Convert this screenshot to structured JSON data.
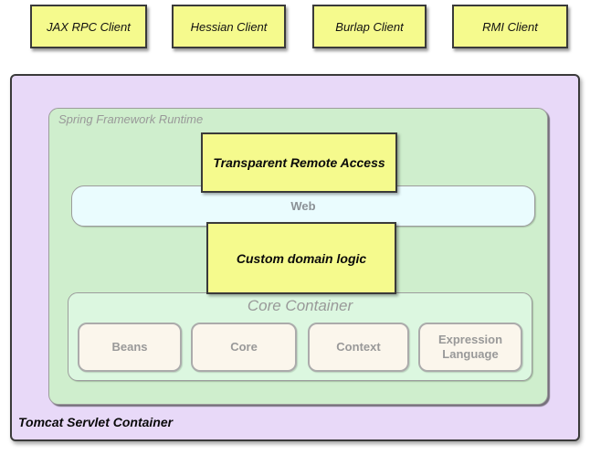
{
  "colors": {
    "client_yellow": "#F5FA8D",
    "container_purple": "#E8D9F8",
    "runtime_green": "#CFEECD",
    "core_green": "#DCF7E0",
    "web_blue": "#EAFCFE",
    "module_cream": "#FBF6EC",
    "gray_text": "#999999",
    "gray_border": "#9C9C9C",
    "dark_border": "#3A3A3A"
  },
  "clients": [
    "JAX RPC Client",
    "Hessian Client",
    "Burlap Client",
    "RMI Client"
  ],
  "tomcat": {
    "label": "Tomcat Servlet Container"
  },
  "spring_runtime": {
    "label": "Spring Framework Runtime"
  },
  "layers": {
    "transparent_remote_access": "Transparent Remote Access",
    "web": "Web",
    "custom_domain_logic": "Custom domain logic"
  },
  "core_container": {
    "title": "Core Container",
    "modules": [
      "Beans",
      "Core",
      "Context",
      "Expression Language"
    ]
  }
}
